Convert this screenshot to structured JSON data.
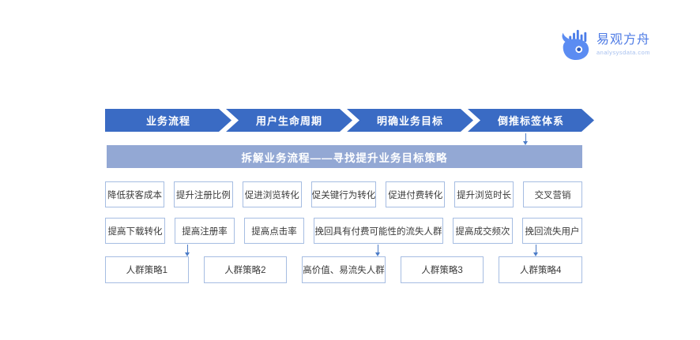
{
  "logo": {
    "brand": "易观方舟",
    "domain": "analysysdata.com"
  },
  "flow": {
    "steps": [
      "业务流程",
      "用户生命周期",
      "明确业务目标",
      "倒推标签体系"
    ]
  },
  "banner": {
    "title": "拆解业务流程——寻找提升业务目标策略"
  },
  "strategies": {
    "row1": [
      "降低获客成本",
      "提升注册比例",
      "促进浏览转化",
      "促关键行为转化",
      "促进付费转化",
      "提升浏览时长",
      "交叉营销"
    ],
    "row2": [
      "提高下载转化",
      "提高注册率",
      "提高点击率",
      "挽回具有付费可能性的流失人群",
      "提高成交频次",
      "挽回流失用户"
    ]
  },
  "audiences": [
    "人群策略1",
    "人群策略2",
    "高价值、易流失人群",
    "人群策略3",
    "人群策略4"
  ],
  "colors": {
    "chevron_blue": "#3a6bc4",
    "banner_blue": "#93a8d4",
    "box_border": "#a6bde2",
    "connector_blue": "#4d7dc8",
    "logo_whale_blue": "#5b8cf2",
    "brand_text_blue": "#4f7ce5"
  }
}
